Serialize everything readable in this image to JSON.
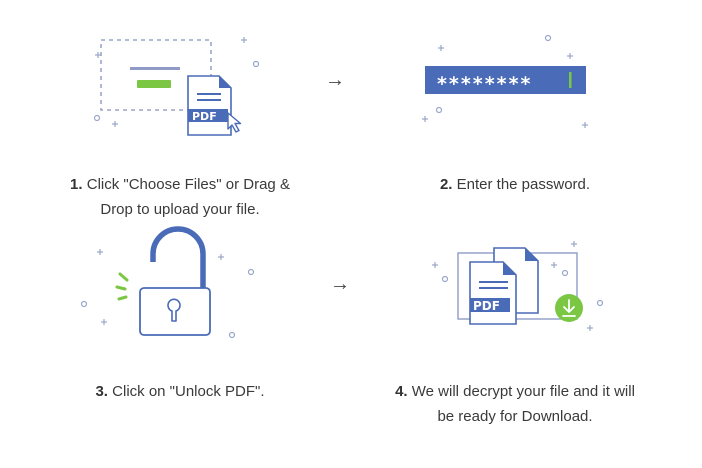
{
  "colors": {
    "primary": "#4a6bb7",
    "accent_green": "#7bc744",
    "sparkle": "#9aa6c8",
    "text": "#3a3a3a"
  },
  "steps": [
    {
      "number": "1.",
      "text_line1": "Click \"Choose Files\" or Drag &",
      "text_line2": "Drop to upload your file.",
      "illustration": "upload-file-icon",
      "pdf_label": "PDF"
    },
    {
      "number": "2.",
      "text_line1": "Enter the password.",
      "illustration": "password-field-icon",
      "password_mask": "********"
    },
    {
      "number": "3.",
      "text_line1": "Click on \"Unlock PDF\".",
      "illustration": "unlocked-padlock-icon"
    },
    {
      "number": "4.",
      "text_line1": "We will decrypt your file and it will",
      "text_line2": "be ready for Download.",
      "illustration": "download-pdf-icon",
      "pdf_label": "PDF"
    }
  ],
  "arrows": [
    "→",
    "→"
  ]
}
